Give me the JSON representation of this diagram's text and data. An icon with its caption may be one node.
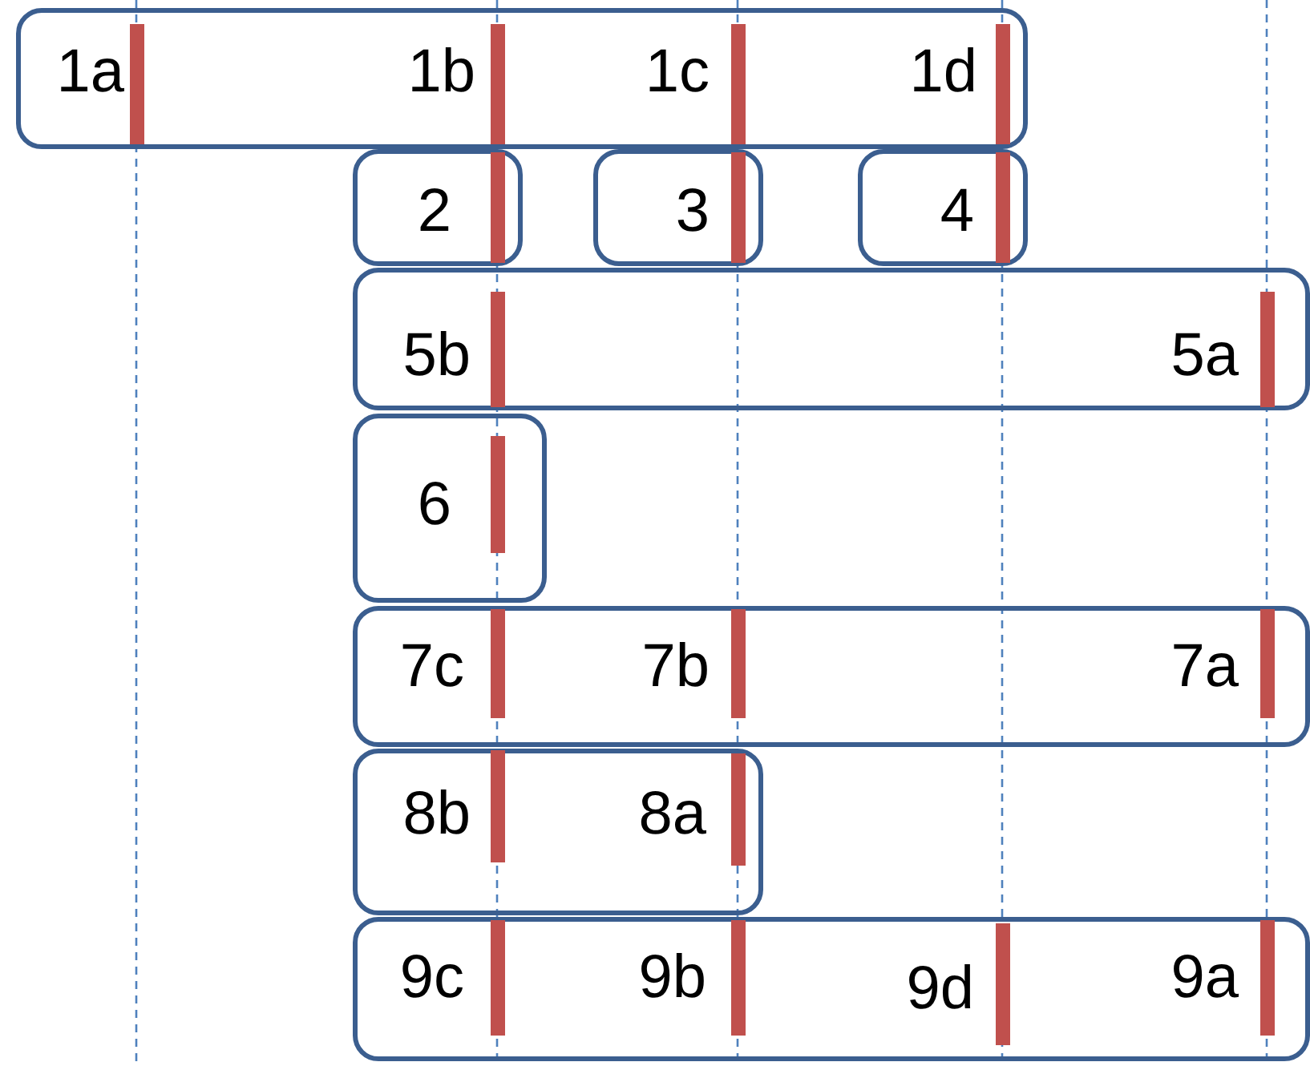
{
  "diagram": {
    "nodes": [
      {
        "text": [
          "1a",
          "1b",
          "1c",
          "1d"
        ]
      },
      {
        "text": [
          "2"
        ]
      },
      {
        "text": [
          "3"
        ]
      },
      {
        "text": [
          "4"
        ]
      },
      {
        "text": [
          "5b",
          "5a"
        ]
      },
      {
        "text": [
          "6"
        ]
      },
      {
        "text": [
          "7c",
          "7b",
          "7a"
        ]
      },
      {
        "text": [
          "8b",
          "8a"
        ]
      },
      {
        "text": [
          "9c",
          "9b",
          "9d",
          "9a"
        ]
      }
    ]
  }
}
